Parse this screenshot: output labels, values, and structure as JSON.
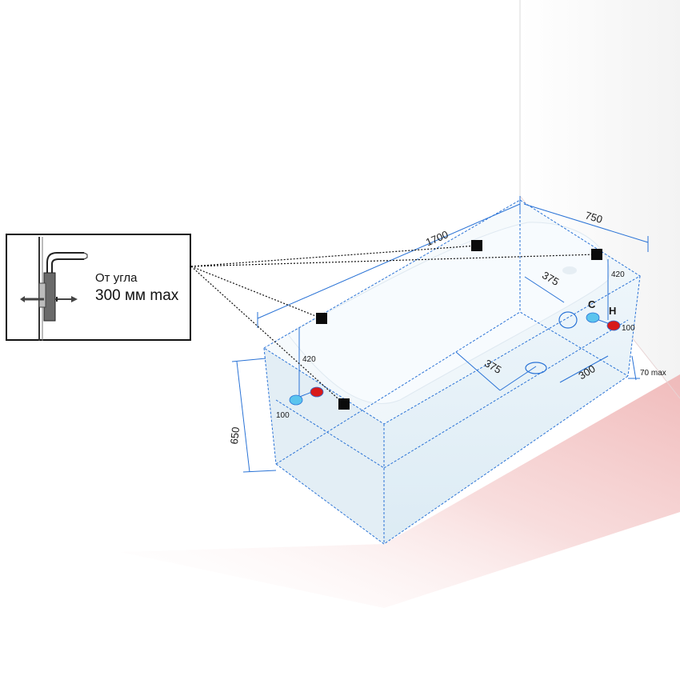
{
  "colors": {
    "dimension_line": "#2a73d6",
    "cold_water": "#5bc4ee",
    "hot_water": "#d81a1a",
    "support_marker": "#0b0b0b",
    "floor_tint": "#f3c2c2",
    "wall_shade": "#f1f1f1"
  },
  "dimensions": {
    "length": "1700",
    "width": "750",
    "height": "650",
    "foot_clearance": "70 max",
    "drain_from_side": "375",
    "overflow_from_side": "375",
    "drain_from_end": "300",
    "pipe_height_front": "420",
    "pipe_height_back": "420",
    "pipe_spacing_front": "100",
    "pipe_spacing_back": "100"
  },
  "labels": {
    "cold": "C",
    "hot": "H"
  },
  "inset": {
    "line1": "От угла",
    "line2": "300 мм max"
  }
}
